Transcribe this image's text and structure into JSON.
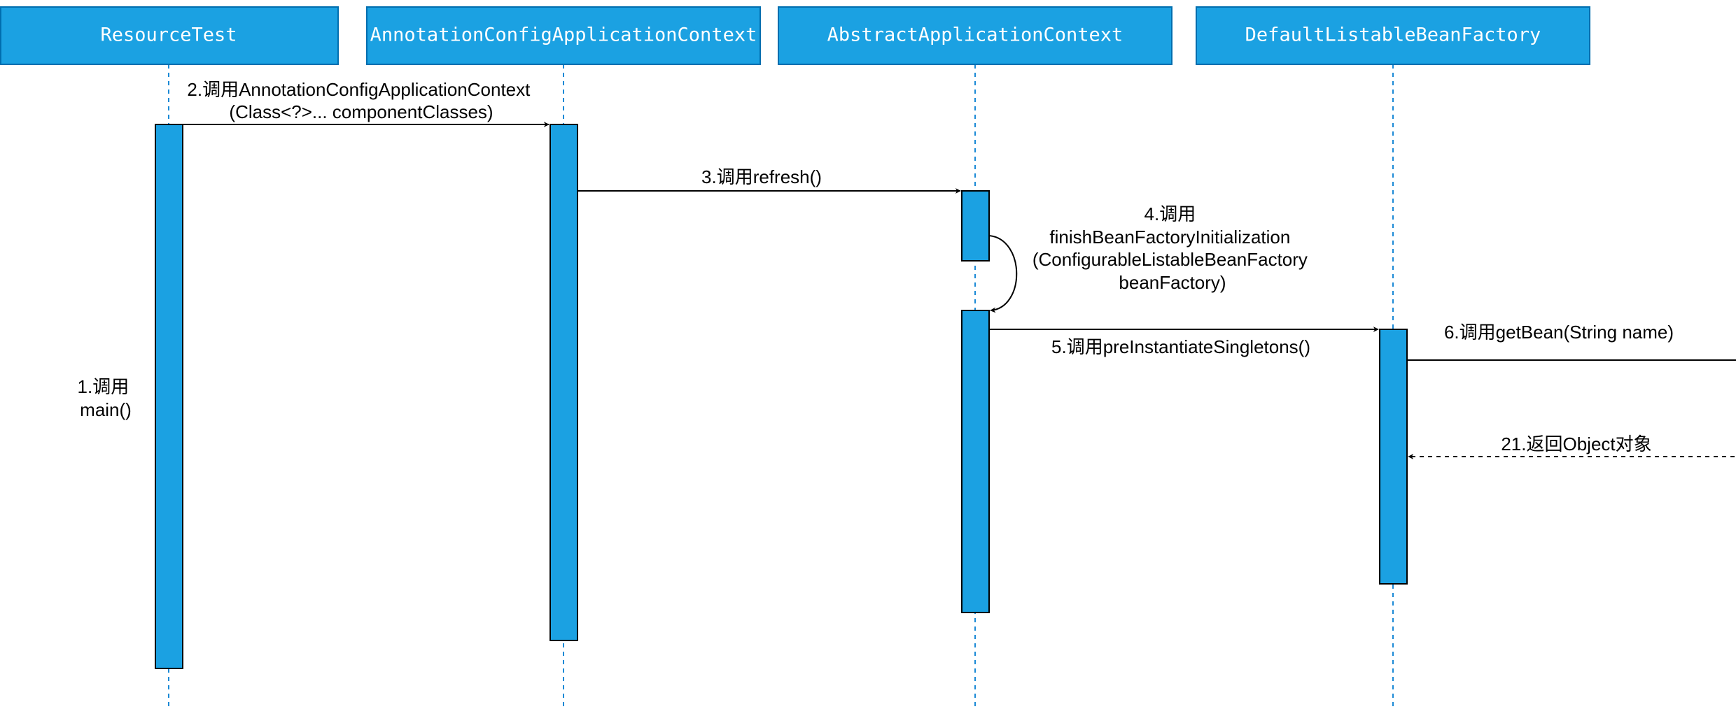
{
  "participants": [
    {
      "id": "resource-test",
      "label": "ResourceTest"
    },
    {
      "id": "annotation-ctx",
      "label": "AnnotationConfigApplicationContext"
    },
    {
      "id": "abstract-ctx",
      "label": "AbstractApplicationContext"
    },
    {
      "id": "bean-factory",
      "label": "DefaultListableBeanFactory"
    }
  ],
  "messages": {
    "m1": {
      "lines": [
        "1.调用",
        "main()"
      ]
    },
    "m2": {
      "lines": [
        "2.调用AnnotationConfigApplicationContext",
        "(Class<?>... componentClasses)"
      ]
    },
    "m3": {
      "lines": [
        "3.调用refresh()"
      ]
    },
    "m4": {
      "lines": [
        "4.调用",
        "finishBeanFactoryInitialization",
        "(ConfigurableListableBeanFactory",
        "beanFactory)"
      ]
    },
    "m5": {
      "lines": [
        "5.调用preInstantiateSingletons()"
      ]
    },
    "m6": {
      "lines": [
        "6.调用getBean(String name)"
      ]
    },
    "m21": {
      "lines": [
        "21.返回Object对象"
      ]
    }
  },
  "colors": {
    "participant_fill": "#1ba1e2",
    "participant_stroke": "#006eaf",
    "participant_text": "#ffffff",
    "activation_fill": "#1ba1e2",
    "lifeline": "#1b8ad6",
    "arrow": "#000000",
    "text": "#000000"
  }
}
